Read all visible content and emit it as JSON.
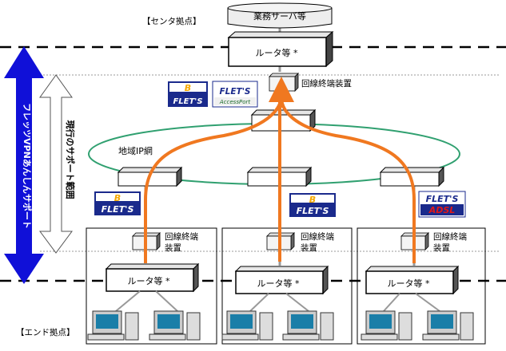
{
  "labels": {
    "center_site": "【センタ拠点】",
    "end_site": "【エンド拠点】",
    "business_server": "業務サーバ等",
    "router_center": "ルータ等 *",
    "router_end_1": "ルータ等 *",
    "router_end_2": "ルータ等 *",
    "router_end_3": "ルータ等 *",
    "line_terminal_center": "回線終端装置",
    "line_terminal_end_1a": "回線終端",
    "line_terminal_end_1b": "装置",
    "line_terminal_end_2a": "回線終端",
    "line_terminal_end_2b": "装置",
    "line_terminal_end_3a": "回線終端",
    "line_terminal_end_3b": "装置",
    "regional_ip_network": "地域IP網",
    "current_support_scope": "現行のサポート範囲",
    "flets_vpn_support": "フレッツVPNあんしんサポート"
  },
  "logos": {
    "b_flets_top": {
      "mark": "B",
      "text": "FLET'S"
    },
    "access_port": {
      "text": "FLET'S",
      "sub": "AccessPort"
    },
    "b_flets_left": {
      "mark": "B",
      "text": "FLET'S"
    },
    "b_flets_mid": {
      "mark": "B",
      "text": "FLET'S"
    },
    "flets_adsl": {
      "text": "FLET'S",
      "sub": "ADSL"
    }
  },
  "colors": {
    "flow_arrow": "#f07820",
    "support_arrow": "#1010d8",
    "ip_network": "#30a070",
    "logo_blue": "#1a2a8c",
    "logo_orange": "#f5a800",
    "adsl_red": "#e01818"
  }
}
